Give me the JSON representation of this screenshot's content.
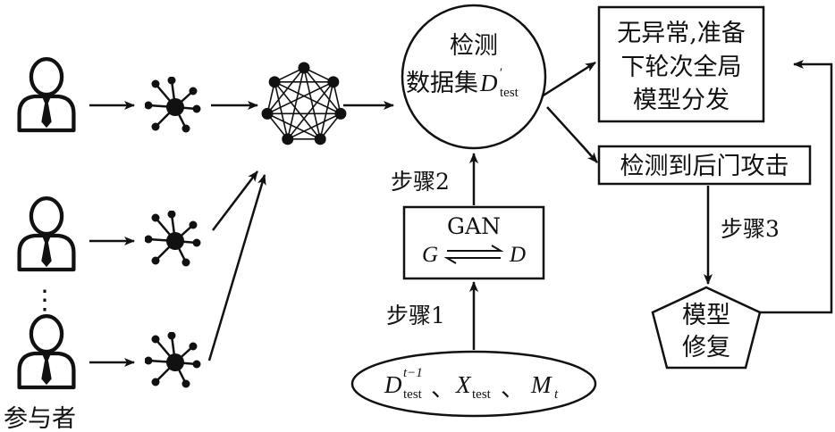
{
  "participant_label": "参与者",
  "ellipsis": "⋮",
  "detect_node": {
    "line1": "检测",
    "line2": "数据集",
    "D": "D",
    "prime": "′",
    "test": "test"
  },
  "gan_box": {
    "title": "GAN",
    "G": "G",
    "D": "D"
  },
  "input_ellipse": {
    "D": "D",
    "sup": "t−1",
    "sub": "test",
    "sep1": "、",
    "X": "X",
    "X_sub": "test",
    "sep2": "、",
    "M": "M",
    "M_sub": "t"
  },
  "steps": {
    "step1": "步骤1",
    "step2": "步骤2",
    "step3": "步骤3"
  },
  "no_anomaly_box": {
    "line1": "无异常,准备",
    "line2": "下轮次全局",
    "line3": "模型分发"
  },
  "backdoor_box": {
    "label": "检测到后门攻击"
  },
  "repair_node": {
    "line1": "模型",
    "line2": "修复"
  },
  "icons": {
    "person": "person-icon",
    "star_network": "local-model-icon",
    "mesh_network": "global-model-icon"
  }
}
